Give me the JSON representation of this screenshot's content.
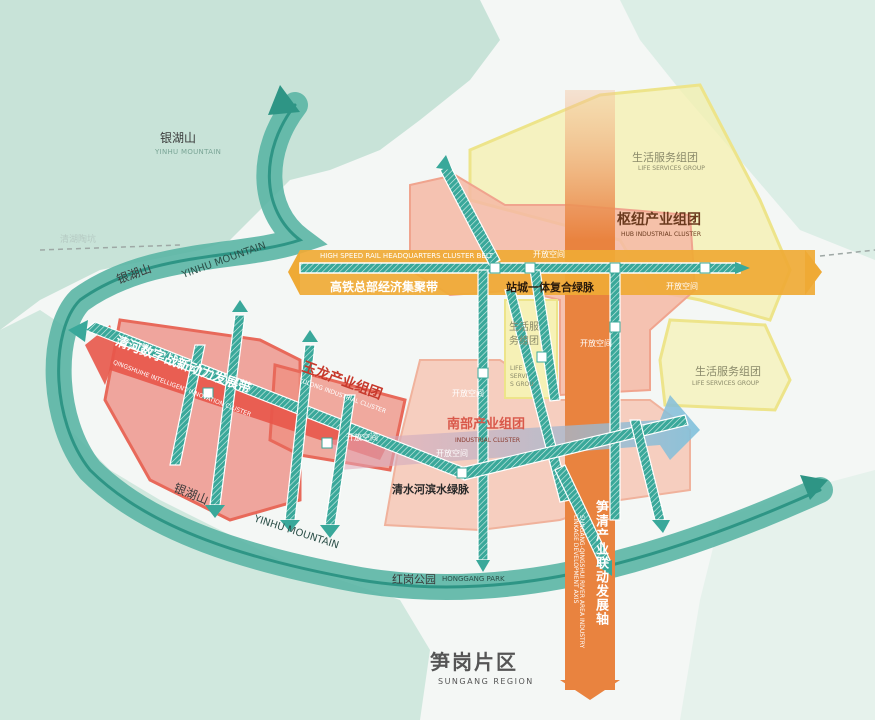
{
  "colors": {
    "mountain": "#b9dccf",
    "river_band": "#5bb5a5",
    "axis_orange": "#e9833f",
    "hsr_belt": "#efaa35",
    "cluster_red": "#e8695a",
    "cluster_pink": "#f6c6b8",
    "life_yellow": "#f3ec9c",
    "road_teal": "#39a89a",
    "blue_arrow": "#7ec1dc"
  },
  "labels": {
    "yinhu_mountain_top_cn": "银湖山",
    "yinhu_mountain_top_en": "YINHU MOUNTAIN",
    "yinhu_road_upper_cn": "银湖山",
    "yinhu_road_upper_en": "YINHU MOUNTAIN",
    "yinhu_road_lower_cn": "银湖山",
    "yinhu_road_lower_en": "YINHU MOUNTAIN",
    "honggang_cn": "红岗公园",
    "honggang_en": "HONGGANG PARK",
    "sungang_cn": "笋岗片区",
    "sungang_en": "SUNGANG REGION",
    "life_group_top_cn": "生活服务组团",
    "life_group_top_en": "LIFE SERVICES GROUP",
    "life_group_right_cn": "生活服务组团",
    "life_group_right_en": "LIFE SERVICES GROUP",
    "life_group_mid_cn_1": "生活服",
    "life_group_mid_cn_2": "务组团",
    "life_group_mid_en_1": "LIFE",
    "life_group_mid_en_2": "SERVI",
    "life_group_mid_en_3": "S GROU",
    "hub_cluster_cn": "枢纽产业组团",
    "hub_cluster_en": "HUB INDUSTRIAL CLUSTER",
    "hsr_belt_en": "HIGH SPEED RAIL HEADQUARTERS CLUSTER BELT",
    "hsr_belt_cn": "高铁总部经济集聚带",
    "station_green_cn": "站城一体复合绿脉",
    "open_space_1": "开放空间",
    "open_space_2": "开放空间",
    "open_space_3": "开放空间",
    "open_space_4": "开放空间",
    "open_space_5": "开放空间",
    "open_space_6": "开放空间",
    "south_cluster_cn": "南部产业组团",
    "south_cluster_en": "INDUSTRIAL CLUSTER",
    "yulong_cluster_cn": "玉龙产业组团",
    "yulong_cluster_en": "YULONG INDUSTRIAL CLUSTER",
    "qinghe_belt_cn": "清河数字战新动力发展带",
    "qinghe_belt_en": "QINGSHUIHE INTELLIGENT INNOVATION CLUSTER",
    "qingshui_green_cn": "清水河滨水绿脉",
    "sunqing_axis_cn": "笋清产业联动发展轴",
    "sunqing_axis_en": "SUNGANG-QINGSHUI RIVER AREA INDUSTRY LINKAGE DEVELOPMENT AXIS",
    "faded_left": "清湖陶坑"
  }
}
